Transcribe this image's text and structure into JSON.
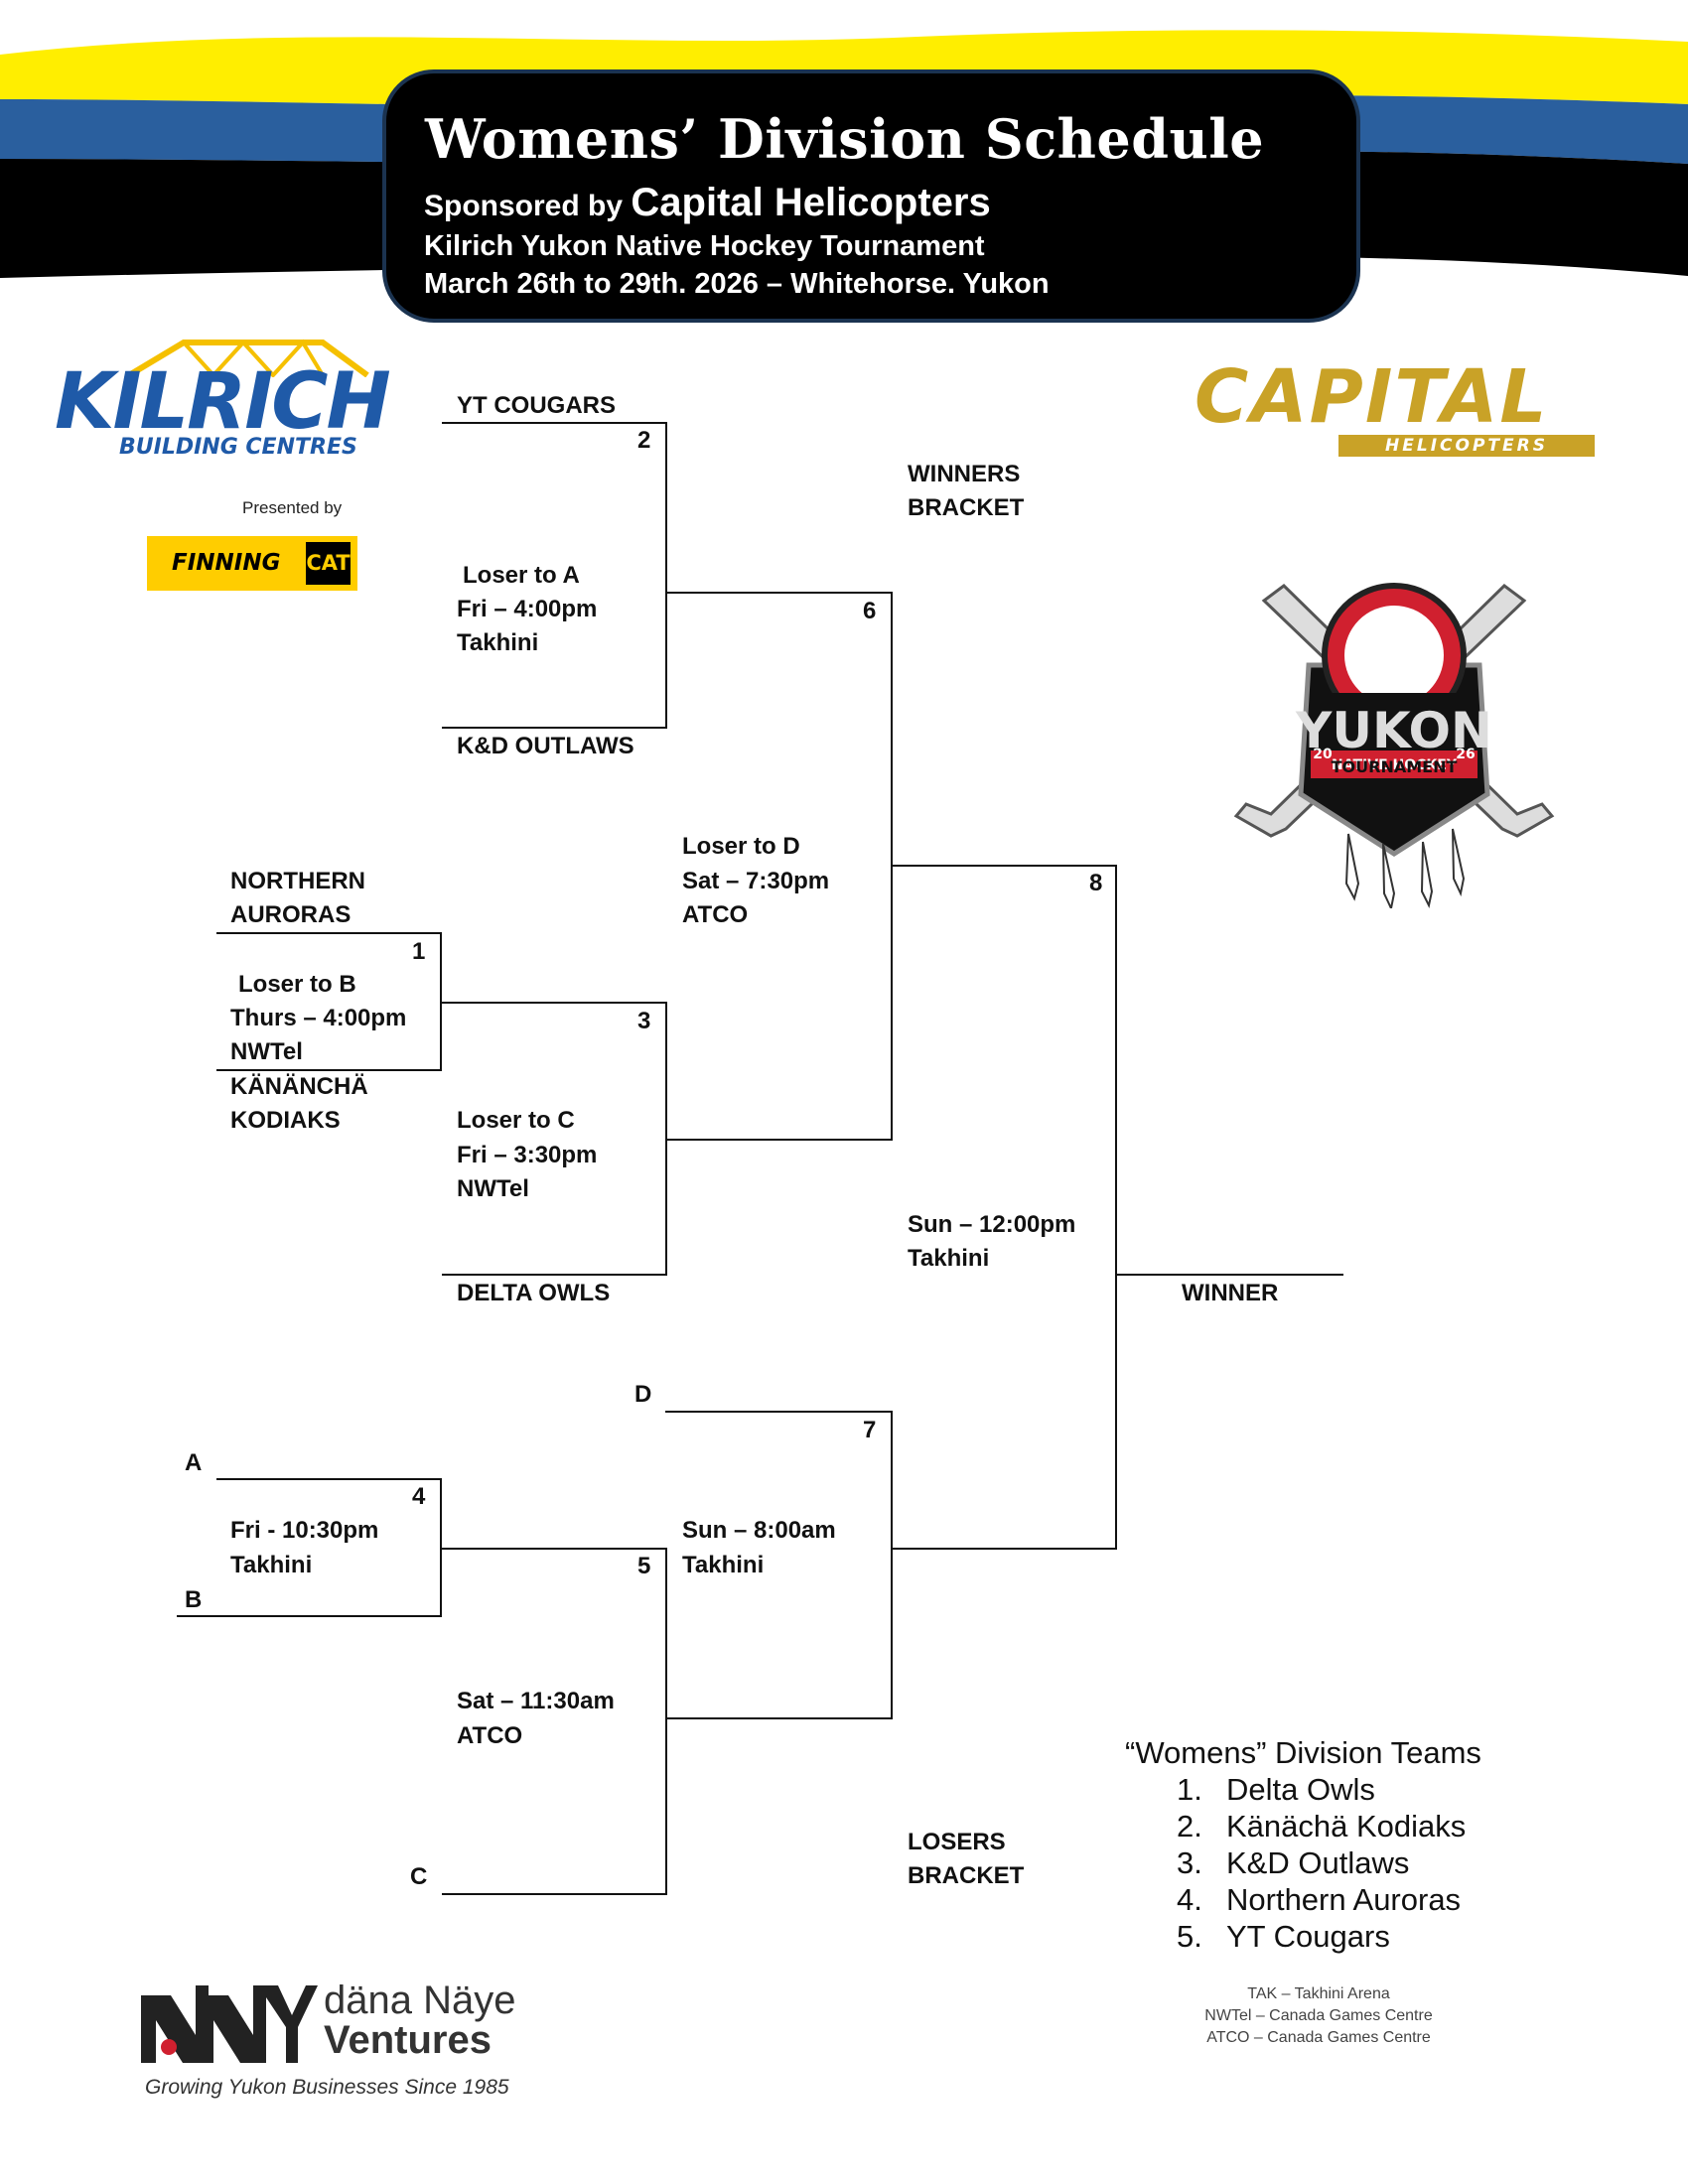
{
  "header": {
    "title": "Womens’ Division Schedule",
    "sponsored_prefix": "Sponsored by",
    "sponsor_name": "Capital Helicopters",
    "tournament": "Kilrich Yukon Native Hockey Tournament",
    "dates": "March 26th to 29th. 2026 – Whitehorse. Yukon"
  },
  "logos": {
    "kilrich_main": "KILRICH",
    "kilrich_sub": "BUILDING CENTRES",
    "presented_by": "Presented by",
    "finning": "FINNING",
    "cat": "CAT",
    "capital_main": "CAPITAL",
    "capital_sub": "HELICOPTERS",
    "yukon_main": "YUKON",
    "yukon_sub": "NATIVE HOCKEY",
    "yukon_tournament": "TOURNAMENT",
    "yukon_year_left": "20",
    "yukon_year_right": "26",
    "dana_naye_1": "däna Näye",
    "dana_naye_2": "Ventures",
    "dana_naye_tagline": "Growing Yukon Businesses Since 1985"
  },
  "bracket": {
    "winners_label_1": "WINNERS",
    "winners_label_2": "BRACKET",
    "losers_label_1": "LOSERS",
    "losers_label_2": "BRACKET",
    "winner_label": "WINNER",
    "teams": {
      "yt_cougars": "YT COUGARS",
      "kd_outlaws": "K&D OUTLAWS",
      "northern_1": "NORTHERN",
      "northern_2": "AURORAS",
      "kodiaks_1": "KÄNÄNCHÄ",
      "kodiaks_2": "KODIAKS",
      "delta_owls": "DELTA OWLS"
    },
    "games": {
      "g1": {
        "num": "1",
        "l1": "Loser to B",
        "l2": "Thurs – 4:00pm",
        "l3": "NWTel"
      },
      "g2": {
        "num": "2",
        "l1": "Loser to A",
        "l2": "Fri – 4:00pm",
        "l3": "Takhini"
      },
      "g3": {
        "num": "3",
        "l1": "Loser to C",
        "l2": "Fri – 3:30pm",
        "l3": "NWTel"
      },
      "g4": {
        "num": "4",
        "l1": "Fri - 10:30pm",
        "l2": "Takhini"
      },
      "g5": {
        "num": "5",
        "l1": "Sat – 11:30am",
        "l2": "ATCO"
      },
      "g6": {
        "num": "6",
        "l1": "Loser to D",
        "l2": "Sat – 7:30pm",
        "l3": "ATCO"
      },
      "g7": {
        "num": "7",
        "l1": "Sun – 8:00am",
        "l2": "Takhini"
      },
      "g8": {
        "num": "8",
        "l1": "Sun – 12:00pm",
        "l2": "Takhini"
      }
    },
    "slots": {
      "a": "A",
      "b": "B",
      "c": "C",
      "d": "D"
    }
  },
  "team_list": {
    "title": "“Womens” Division Teams",
    "items": [
      {
        "n": "1.",
        "name": "Delta Owls"
      },
      {
        "n": "2.",
        "name": "Känächä Kodiaks"
      },
      {
        "n": "3.",
        "name": "K&D Outlaws"
      },
      {
        "n": "4.",
        "name": "Northern Auroras"
      },
      {
        "n": "5.",
        "name": "YT Cougars"
      }
    ]
  },
  "venues": [
    "TAK – Takhini Arena",
    "NWTel – Canada Games Centre",
    "ATCO – Canada Games Centre"
  ],
  "colors": {
    "yellow": "#ffee00",
    "blue": "#2a5f9e",
    "black": "#000000",
    "kilrich_blue": "#1f5aa8",
    "kilrich_yellow": "#f5c000",
    "gold": "#c9a227",
    "finning_yellow": "#ffcd00",
    "yukon_red": "#d0202f"
  }
}
